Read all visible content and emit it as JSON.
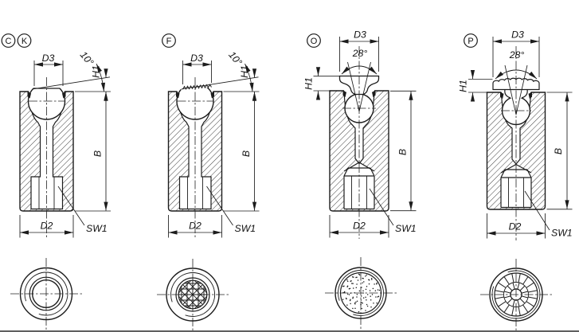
{
  "colors": {
    "ink": "#1c1c1c",
    "background": "#ffffff"
  },
  "figures": [
    {
      "variants": [
        "C",
        "K"
      ],
      "dims": {
        "d3": "D3",
        "angle": "10°",
        "h1": "H1",
        "b": "B",
        "d2": "D2",
        "sw1": "SW1"
      }
    },
    {
      "variants": [
        "F"
      ],
      "dims": {
        "d3": "D3",
        "angle": "10°",
        "h1": "H1",
        "b": "B",
        "d2": "D2",
        "sw1": "SW1"
      }
    },
    {
      "variants": [
        "O"
      ],
      "dims": {
        "d3": "D3",
        "angle": "28°",
        "h1": "H1",
        "b": "B",
        "d2": "D2",
        "sw1": "SW1"
      }
    },
    {
      "variants": [
        "P"
      ],
      "dims": {
        "d3": "D3",
        "angle": "28°",
        "h1": "H1",
        "b": "B",
        "d2": "D2",
        "sw1": "SW1"
      }
    }
  ]
}
